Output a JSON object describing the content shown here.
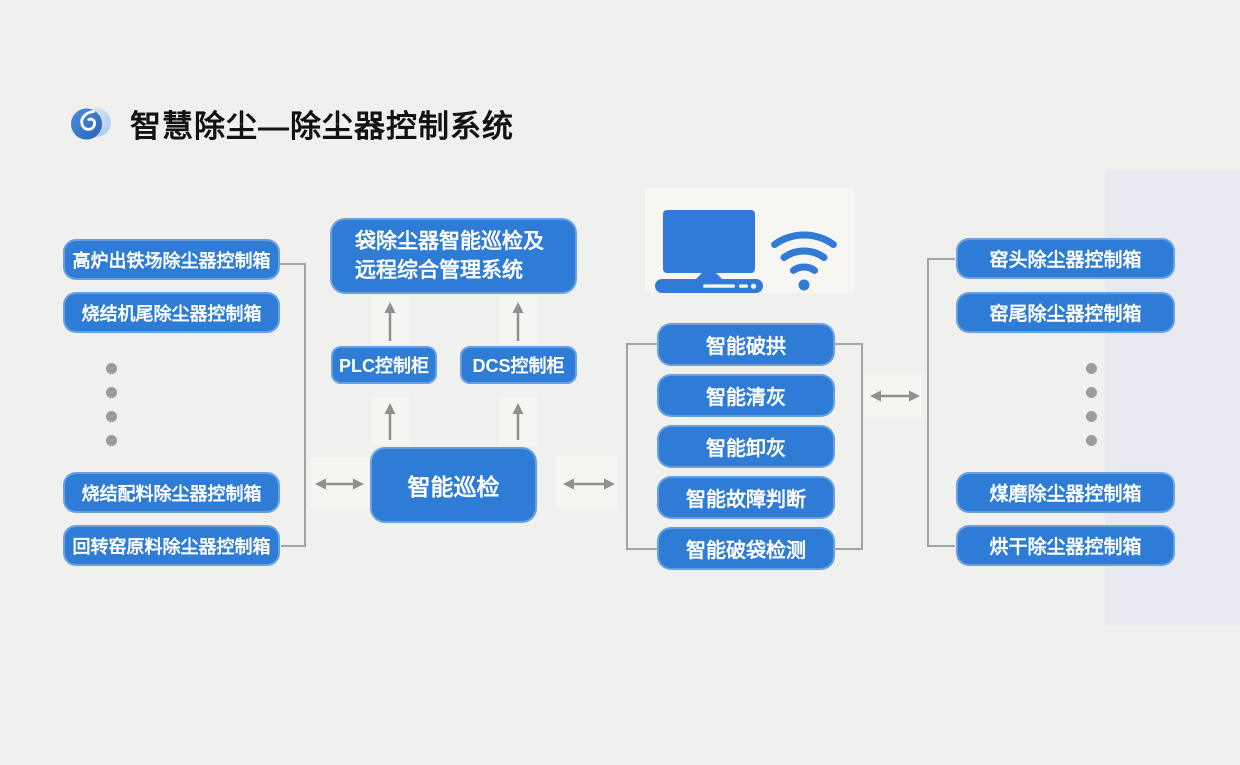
{
  "title": "智慧除尘—除尘器控制系统",
  "left_column": {
    "top_boxes": [
      "高炉出铁场除尘器控制箱",
      "烧结机尾除尘器控制箱"
    ],
    "bottom_boxes": [
      "烧结配料除尘器控制箱",
      "回转窑原料除尘器控制箱"
    ]
  },
  "center": {
    "management_system_line1": "袋除尘器智能巡检及",
    "management_system_line2": "远程综合管理系统",
    "plc_label": "PLC控制柜",
    "dcs_label": "DCS控制柜",
    "inspection_label": "智能巡检"
  },
  "smart_functions": [
    "智能破拱",
    "智能清灰",
    "智能卸灰",
    "智能故障判断",
    "智能破袋检测"
  ],
  "right_column": {
    "top_boxes": [
      "窑头除尘器控制箱",
      "窑尾除尘器控制箱"
    ],
    "bottom_boxes": [
      "煤磨除尘器控制箱",
      "烘干除尘器控制箱"
    ]
  },
  "icons": {
    "logo": "swirl-logo-icon",
    "computer": "desktop-computer-icon",
    "wifi": "wifi-icon",
    "arrows": "double-headed-and-up-arrows",
    "ellipsis": "vertical-dots"
  },
  "colors": {
    "box_blue": "#2e7cd5",
    "icon_blue": "#317ad8",
    "line_gray": "#a3a3a3",
    "arrow_gray": "#8f8f8f",
    "dot_gray": "#9c9c9e",
    "background": "#f0f0ee",
    "panel_right": "#e9e9f1",
    "panel_computer": "#f7f6f3",
    "title_color": "#121212"
  }
}
